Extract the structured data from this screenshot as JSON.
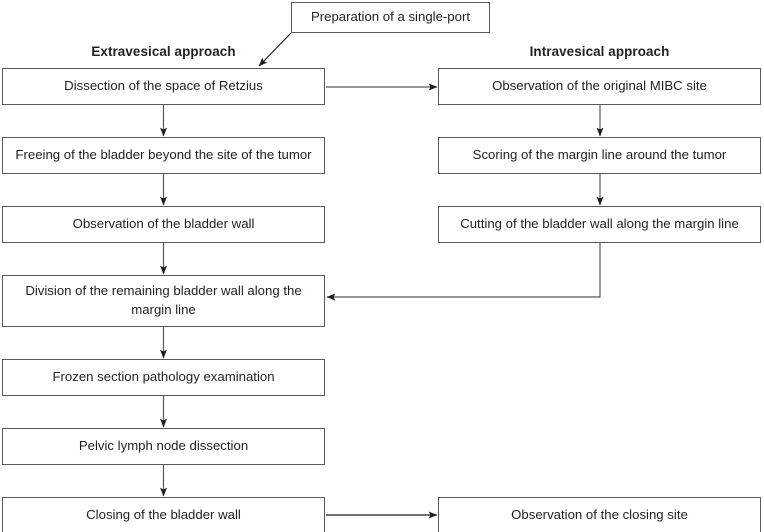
{
  "figure": {
    "type": "flowchart",
    "title": "",
    "orientation": "two-column top-to-bottom"
  },
  "columns": {
    "left": {
      "header": "Extravesical approach"
    },
    "right": {
      "header": "Intravesical approach"
    }
  },
  "nodes": {
    "start": {
      "label": "Preparation of a single-port"
    },
    "left": [
      {
        "id": "l1",
        "label": "Dissection of the space of Retzius"
      },
      {
        "id": "l2",
        "label": "Freeing of the bladder beyond the site of the tumor"
      },
      {
        "id": "l3",
        "label": "Observation of the bladder wall"
      },
      {
        "id": "l4",
        "label": "Division of the remaining bladder wall along the margin line"
      },
      {
        "id": "l5",
        "label": "Frozen section pathology examination"
      },
      {
        "id": "l6",
        "label": "Pelvic lymph node dissection"
      },
      {
        "id": "l7",
        "label": "Closing of the bladder wall"
      }
    ],
    "right": [
      {
        "id": "r1",
        "label": "Observation of the original MIBC site"
      },
      {
        "id": "r2",
        "label": "Scoring of the margin line around the tumor"
      },
      {
        "id": "r3",
        "label": "Cutting of the bladder wall along the margin line"
      },
      {
        "id": "r4",
        "label": "Observation of the closing site"
      }
    ]
  },
  "edges": [
    {
      "from": "start",
      "to": "l1",
      "style": "diagonal-arrow"
    },
    {
      "from": "l1",
      "to": "r1",
      "style": "horizontal-arrow"
    },
    {
      "from": "l1",
      "to": "l2",
      "style": "vertical-arrow"
    },
    {
      "from": "l2",
      "to": "l3",
      "style": "vertical-arrow"
    },
    {
      "from": "l3",
      "to": "l4",
      "style": "vertical-arrow"
    },
    {
      "from": "l4",
      "to": "l5",
      "style": "vertical-arrow"
    },
    {
      "from": "l5",
      "to": "l6",
      "style": "vertical-arrow"
    },
    {
      "from": "l6",
      "to": "l7",
      "style": "vertical-arrow"
    },
    {
      "from": "r1",
      "to": "r2",
      "style": "vertical-arrow"
    },
    {
      "from": "r2",
      "to": "r3",
      "style": "vertical-arrow"
    },
    {
      "from": "r3",
      "to": "l4",
      "style": "elbow-arrow"
    },
    {
      "from": "l7",
      "to": "r4",
      "style": "horizontal-arrow"
    }
  ],
  "colors": {
    "stroke": "#58595b",
    "arrow": "#231f20",
    "text": "#231f20",
    "background": "#ffffff"
  }
}
